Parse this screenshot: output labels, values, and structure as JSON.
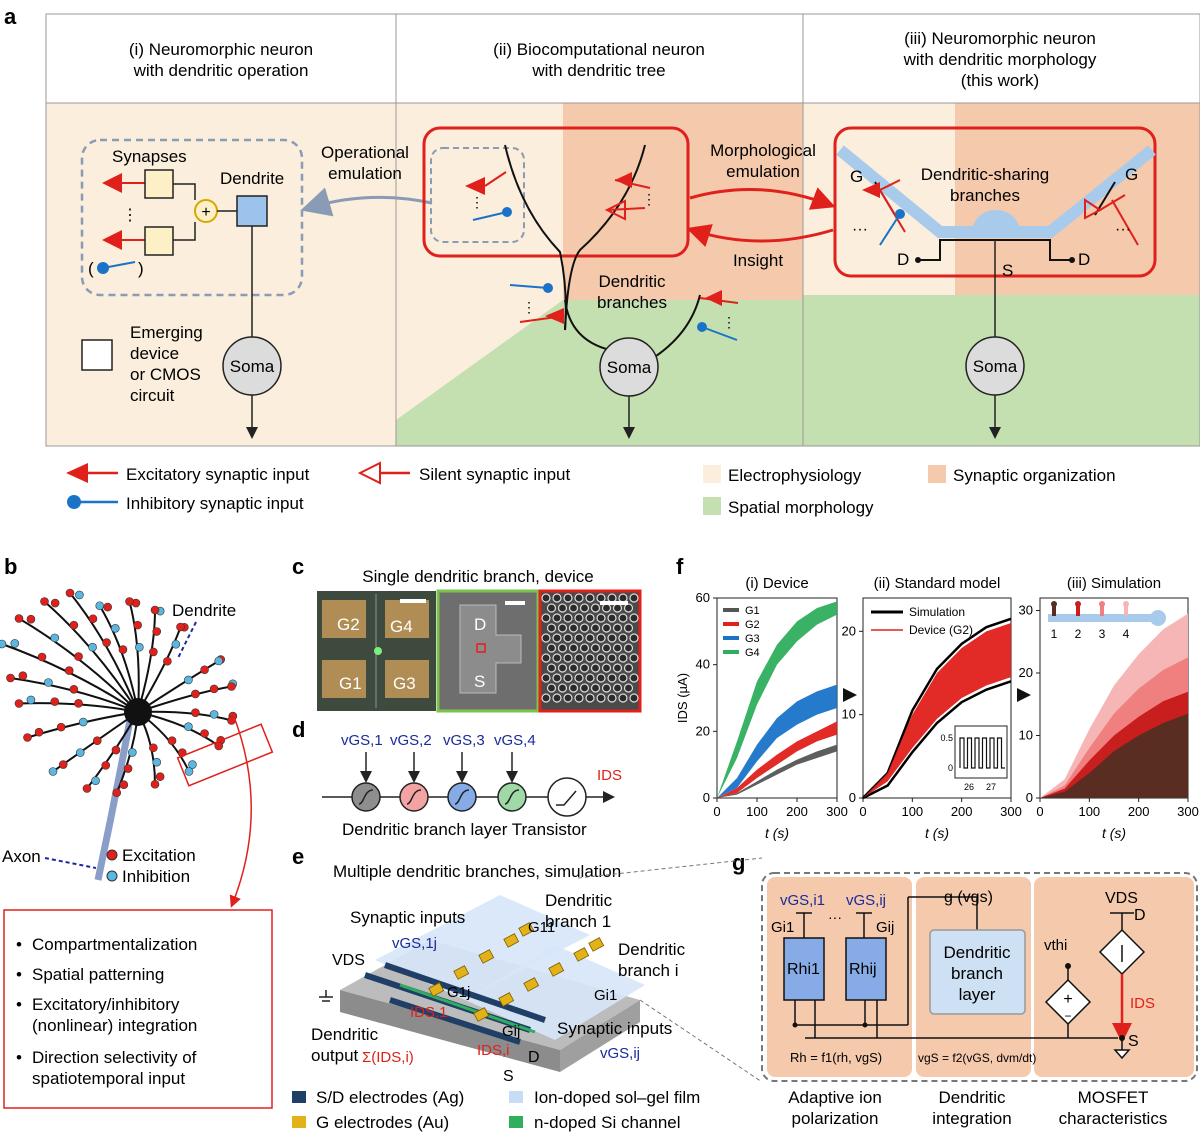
{
  "panel_letters": {
    "a": "a",
    "b": "b",
    "c": "c",
    "d": "d",
    "e": "e",
    "f": "f",
    "g": "g"
  },
  "panel_a": {
    "col1": [
      "(i) Neuromorphic neuron",
      "with dendritic operation"
    ],
    "col2": [
      "(ii) Biocomputational neuron",
      "with dendritic tree"
    ],
    "col3": [
      "(iii) Neuromorphic neuron",
      "with dendritic morphology",
      "(this work)"
    ],
    "synapses": "Synapses",
    "dendrite": "Dendrite",
    "ellipsis": "⋮",
    "paren_open": "(",
    "paren_close": ")",
    "operational_emulation": [
      "Operational",
      "emulation"
    ],
    "morphological_emulation": [
      "Morphological",
      "emulation"
    ],
    "insight": "Insight",
    "dendritic_branches": [
      "Dendritic",
      "branches"
    ],
    "dendritic_sharing": [
      "Dendritic-sharing",
      "branches"
    ],
    "soma": "Soma",
    "emerging_device": [
      "Emerging",
      "device",
      "or CMOS",
      "circuit"
    ],
    "G": "G",
    "D": "D",
    "S": "S",
    "legend": {
      "excitatory": "Excitatory synaptic input",
      "inhibitory": "Inhibitory synaptic input",
      "silent": "Silent synaptic input",
      "electrophysiology": "Electrophysiology",
      "spatial_morphology": "Spatial morphology",
      "synaptic_organization": "Synaptic organization"
    },
    "colors": {
      "electro": "#fbeedc",
      "synaptic": "#f5c9ac",
      "spatial": "#c4e0b1",
      "red": "#e0201b",
      "blue": "#1a73c8"
    }
  },
  "panel_b": {
    "dendrite": "Dendrite",
    "axon": "Axon",
    "excitation": "Excitation",
    "inhibition": "Inhibition",
    "bullets": [
      "Compartmentalization",
      "Spatial patterning",
      "Excitatory/inhibitory",
      "(nonlinear) integration",
      "Direction selectivity of",
      "spatiotemporal input"
    ]
  },
  "panel_c": {
    "title": "Single dendritic branch, device",
    "labels": [
      "G2",
      "G4",
      "G1",
      "G3",
      "D",
      "S"
    ]
  },
  "panel_d": {
    "inputs": [
      "vGS,1",
      "vGS,2",
      "vGS,3",
      "vGS,4"
    ],
    "output": "IDS",
    "caption": "Dendritic branch layer Transistor"
  },
  "panel_e": {
    "title": "Multiple dendritic branches, simulation",
    "synaptic_inputs": "Synaptic inputs",
    "branch1": [
      "Dendritic",
      "branch 1"
    ],
    "branchi": [
      "Dendritic",
      "branch i"
    ],
    "vgs1j": "vGS,1j",
    "vgsij": "vGS,ij",
    "vds": "VDS",
    "output": [
      "Dendritic",
      "output"
    ],
    "sum": "Σ(IDS,i)",
    "ids1": "IDS,1",
    "idsi": "IDS,i",
    "g_labels": [
      "G11",
      "G1j",
      "Gi1",
      "Gij"
    ],
    "s": "S",
    "d": "D",
    "legend": [
      "S/D electrodes (Ag)",
      "G electrodes (Au)",
      "Ion-doped sol–gel film",
      "n-doped Si channel"
    ]
  },
  "panel_f": {
    "titles": [
      "(i) Device",
      "(ii) Standard model",
      "(iii) Simulation"
    ],
    "ylabel": "IDS (µA)",
    "xlabel": "t (s)",
    "device_legend": [
      "G1",
      "G2",
      "G3",
      "G4"
    ],
    "model_legend": [
      "Simulation",
      "Device (G2)"
    ],
    "sim_legend": [
      "1",
      "2",
      "3",
      "4"
    ],
    "inset_ticks": [
      "26",
      "27"
    ]
  },
  "chart_data": [
    {
      "type": "area",
      "title": "(i) Device",
      "xlabel": "t (s)",
      "ylabel": "IDS (µA)",
      "xlim": [
        0,
        300
      ],
      "ylim": [
        0,
        60
      ],
      "x": [
        0,
        50,
        100,
        150,
        200,
        250,
        300
      ],
      "series": [
        {
          "name": "G1",
          "low": [
            0,
            1,
            4,
            7,
            10,
            12,
            14
          ],
          "high": [
            0,
            1.5,
            5,
            8.5,
            11.5,
            14,
            16
          ]
        },
        {
          "name": "G2",
          "low": [
            0,
            1.5,
            6,
            10,
            14,
            17,
            19
          ],
          "high": [
            0,
            3,
            8.5,
            13,
            17,
            20,
            23
          ]
        },
        {
          "name": "G3",
          "low": [
            0,
            3,
            11,
            18,
            22,
            25,
            27
          ],
          "high": [
            0,
            6,
            16,
            24,
            29,
            32,
            34
          ]
        },
        {
          "name": "G4",
          "low": [
            0,
            12,
            28,
            40,
            47,
            52,
            55
          ],
          "high": [
            0,
            17,
            35,
            46,
            53,
            57,
            59
          ]
        }
      ]
    },
    {
      "type": "line",
      "title": "(ii) Standard model",
      "xlabel": "t (s)",
      "xlim": [
        0,
        300
      ],
      "ylim": [
        0,
        24
      ],
      "x": [
        0,
        50,
        100,
        150,
        200,
        250,
        300
      ],
      "series": [
        {
          "name": "Simulation",
          "low": [
            0,
            1.5,
            5.5,
            9,
            11.5,
            13,
            14
          ],
          "high": [
            0,
            3,
            10.5,
            15.5,
            18.5,
            20.5,
            21.5
          ]
        },
        {
          "name": "Device (G2)",
          "low": [
            0,
            2,
            6,
            9.5,
            12,
            13.5,
            14.5
          ],
          "high": [
            0,
            3,
            10,
            15,
            18,
            20,
            21
          ]
        }
      ]
    },
    {
      "type": "area",
      "title": "(iii) Simulation",
      "xlabel": "t (s)",
      "xlim": [
        0,
        300
      ],
      "ylim": [
        0,
        32
      ],
      "x": [
        0,
        50,
        100,
        150,
        200,
        250,
        300
      ],
      "series": [
        {
          "name": "1",
          "values": [
            0,
            1,
            4,
            7.5,
            10,
            12,
            13.5
          ]
        },
        {
          "name": "2",
          "values": [
            0,
            1.5,
            6,
            10,
            13,
            15.5,
            17
          ]
        },
        {
          "name": "3",
          "values": [
            0,
            2,
            8,
            13.5,
            17.5,
            20.5,
            22.5
          ]
        },
        {
          "name": "4",
          "values": [
            0,
            3,
            11,
            18,
            23,
            27,
            29.5
          ]
        }
      ]
    }
  ],
  "panel_g": {
    "vgsi1": "vGS,i1",
    "vgsij": "vGS,ij",
    "gi1": "Gi1",
    "gij": "Gij",
    "g_vgs": "g (vgs)",
    "rhi1": "Rhi1",
    "rhij": "Rhij",
    "dbl": [
      "Dendritic",
      "branch",
      "layer"
    ],
    "vthi": "vthi",
    "vds": "VDS",
    "d": "D",
    "s": "S",
    "ids": "IDS",
    "eq1": "Rh = f1(rh, vgS)",
    "eq2": "vgS = f2(vGS, dvm/dt)",
    "captions": [
      [
        "Adaptive ion",
        "polarization"
      ],
      [
        "Dendritic",
        "integration"
      ],
      [
        "MOSFET",
        "characteristics"
      ]
    ]
  }
}
